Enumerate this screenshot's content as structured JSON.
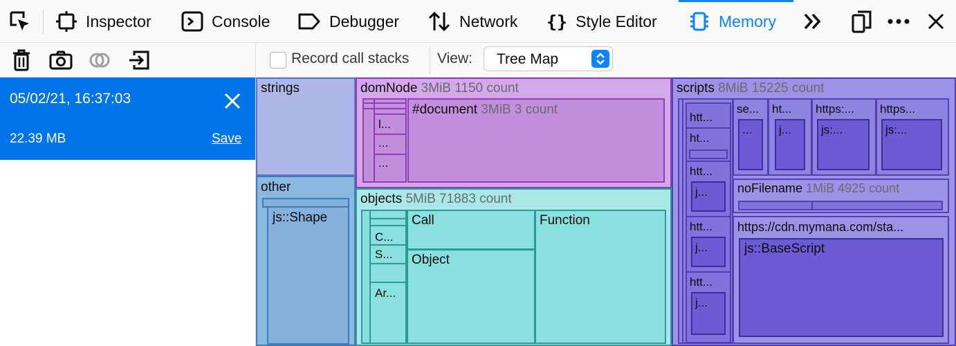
{
  "toolbar": {
    "tabs": [
      {
        "id": "inspector",
        "label": "Inspector"
      },
      {
        "id": "console",
        "label": "Console"
      },
      {
        "id": "debugger",
        "label": "Debugger"
      },
      {
        "id": "network",
        "label": "Network"
      },
      {
        "id": "style-editor",
        "label": "Style Editor"
      },
      {
        "id": "memory",
        "label": "Memory",
        "active": true
      }
    ],
    "icons": [
      "element-picker-icon",
      "overflow-chevrons-icon",
      "responsive-design-icon",
      "meatball-menu-icon",
      "close-icon"
    ],
    "accent_color": "#0a84ff"
  },
  "memory_toolbar": {
    "icons": [
      "trash-icon",
      "camera-icon",
      "diff-icon",
      "import-icon"
    ],
    "record_call_stacks_label": "Record call stacks",
    "record_call_stacks_checked": false,
    "view_label": "View:",
    "view_value": "Tree Map"
  },
  "snapshot": {
    "date": "05/02/21, 16:37:03",
    "size": "22.39 MB",
    "save_label": "Save",
    "selected_color": "#0074e8"
  },
  "treemap": {
    "strings": {
      "name": "strings"
    },
    "other": {
      "name": "other",
      "child": "js::Shape"
    },
    "domNode": {
      "name": "domNode",
      "meta": "3MiB 1150 count",
      "child_doc": "#document",
      "child_doc_meta": "3MiB 3 count",
      "small": [
        "l...",
        "...",
        "..."
      ]
    },
    "objects": {
      "name": "objects",
      "meta": "5MiB 71883 count",
      "call": "Call",
      "object": "Object",
      "function": "Function",
      "small": [
        "C...",
        "S...",
        "Ar..."
      ]
    },
    "scripts": {
      "name": "scripts",
      "meta": "8MiB 15225 count",
      "left_labels": [
        "htt...",
        "ht...",
        "htt...",
        "htt...",
        "htt..."
      ],
      "left_children": [
        "j...",
        "j...",
        "j..."
      ],
      "top_labels": [
        "se...",
        "ht...",
        "https:...",
        "https..."
      ],
      "top_children": [
        "...",
        "j...",
        "js:...",
        "js:..."
      ],
      "nofilename": "noFilename",
      "nofilename_meta": "1MiB 4925 count",
      "cdn": "https://cdn.mymana.com/sta...",
      "base_script": "js::BaseScript"
    },
    "colors": {
      "strings": "#adb8e8",
      "other": "#8bb8df",
      "domNode": "#c48edf",
      "objects": "#8ae0df",
      "scripts": "#8f83e0"
    }
  }
}
